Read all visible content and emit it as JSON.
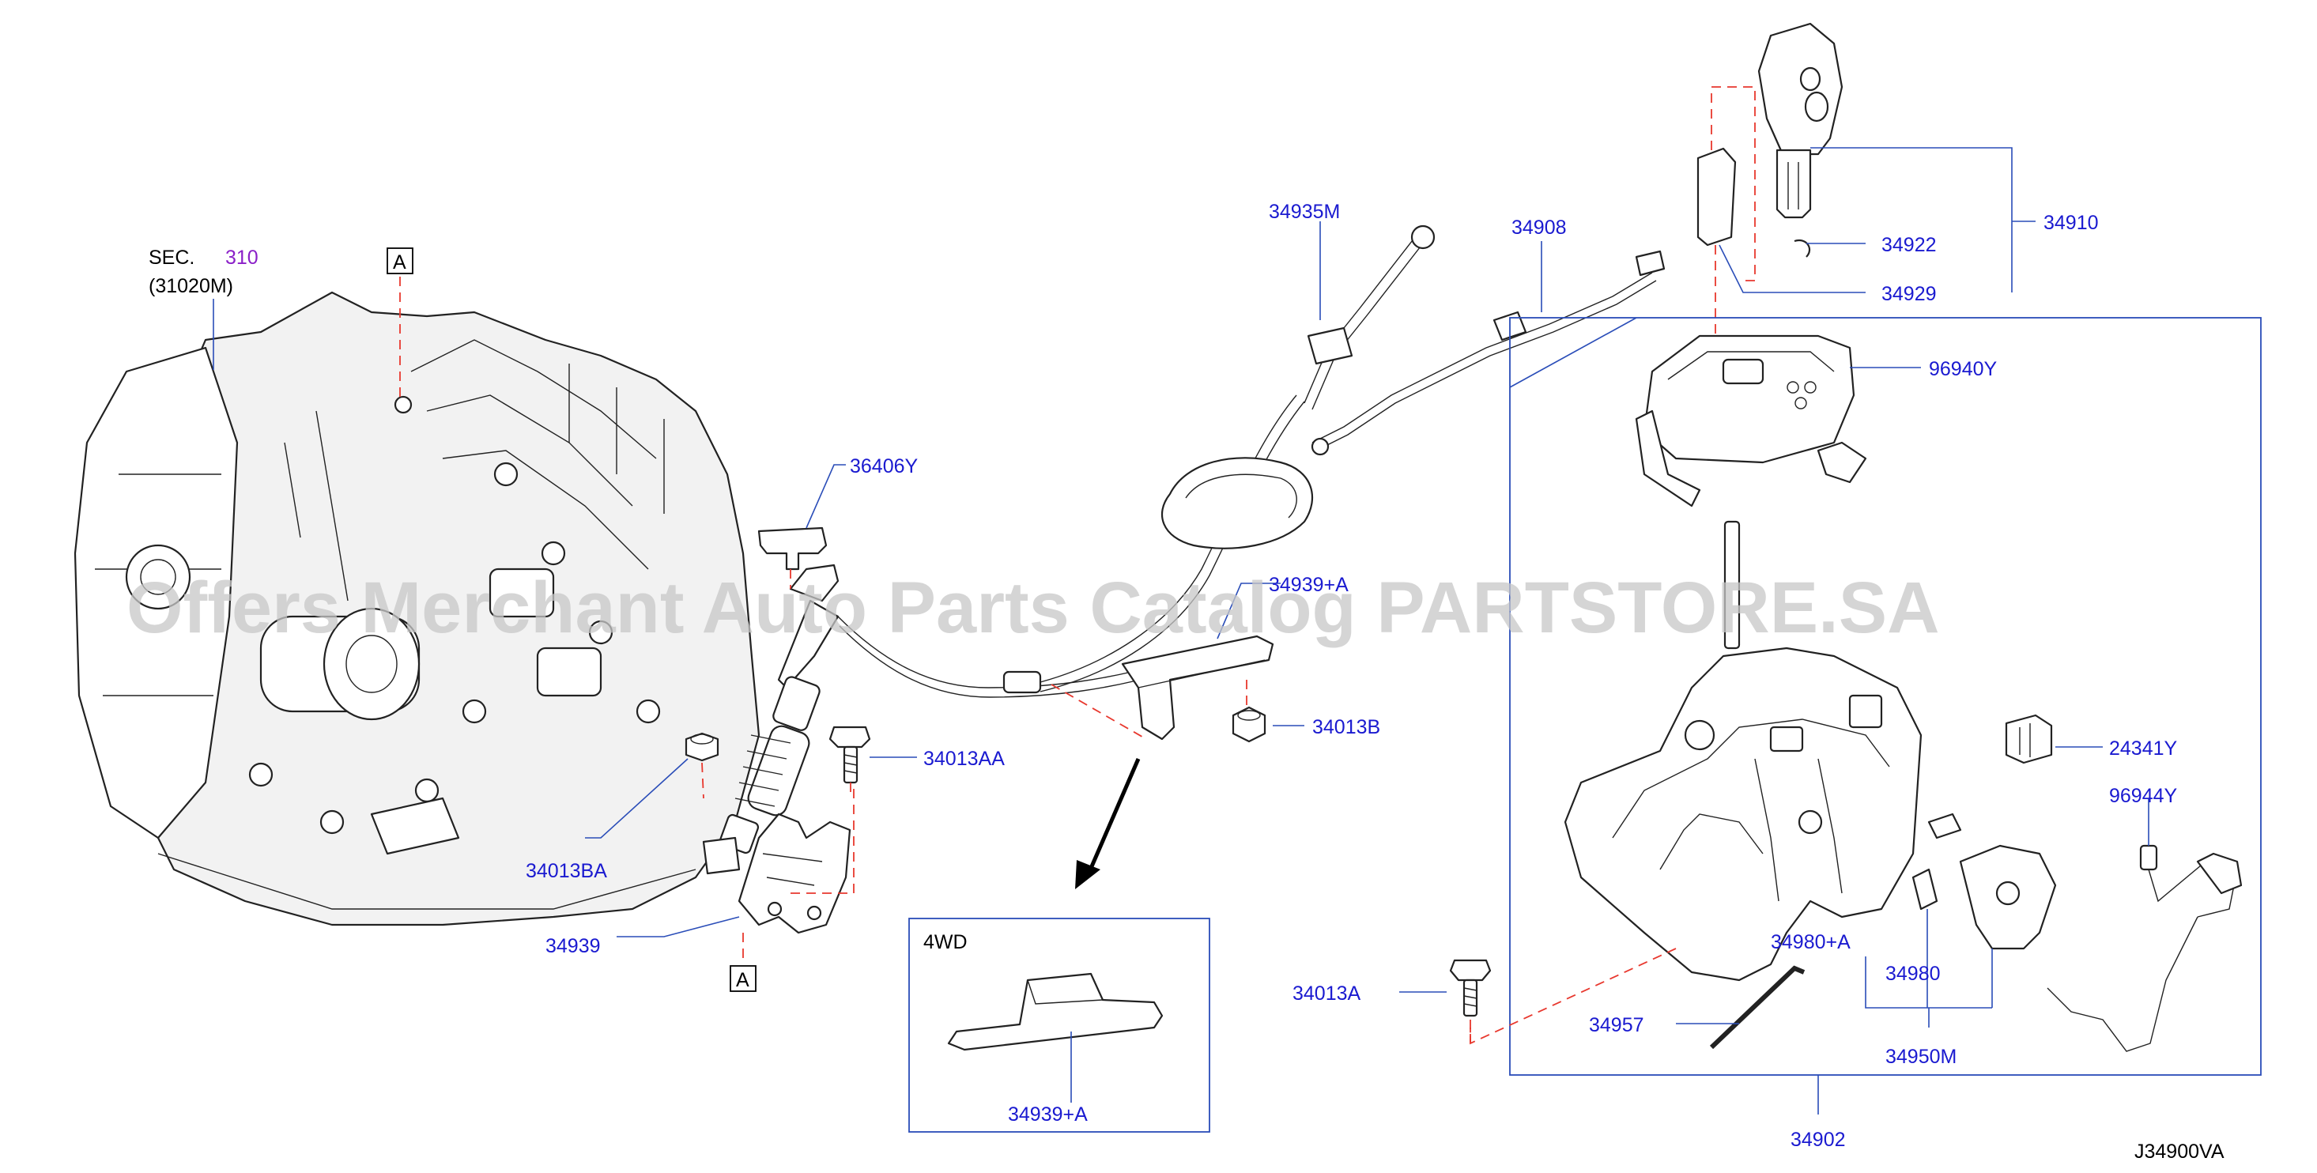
{
  "section_ref": {
    "prefix": "SEC.",
    "number": "310",
    "sub": "(31020M)"
  },
  "reference_letter": "A",
  "inset_label": "4WD",
  "diagram_code": "J34900VA",
  "watermark": "Offers Merchant Auto Parts Catalog PARTSTORE.SA",
  "part_labels": {
    "p34935M": "34935M",
    "p34908": "34908",
    "p34922": "34922",
    "p34910": "34910",
    "p34929": "34929",
    "p96940Y": "96940Y",
    "p36406Y": "36406Y",
    "p34939A_top": "34939+A",
    "p34013B": "34013B",
    "p34013AA": "34013AA",
    "p34013BA": "34013BA",
    "p34939": "34939",
    "p34939A_inset": "34939+A",
    "p24341Y": "24341Y",
    "p96944Y": "96944Y",
    "p34980A": "34980+A",
    "p34980": "34980",
    "p34013A": "34013A",
    "p34957": "34957",
    "p34950M": "34950M",
    "p34902": "34902"
  },
  "colors": {
    "part_number": "#1a1ad0",
    "leader_line": "#2a4db8",
    "dashed_ref": "#e8382e",
    "section_number": "#8a1fc8"
  }
}
